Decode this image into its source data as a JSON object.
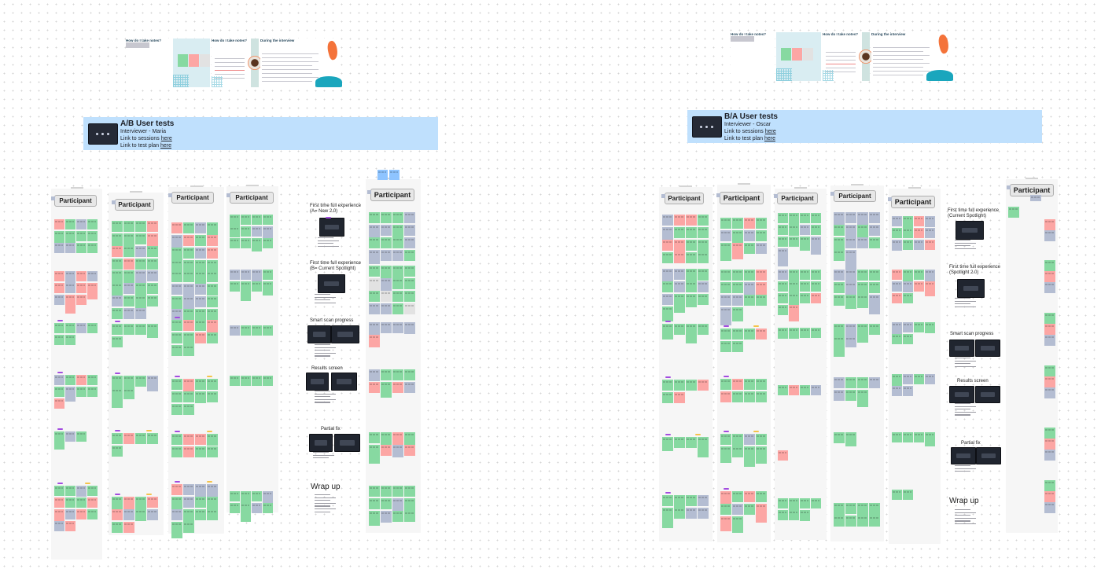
{
  "left": {
    "slides": {
      "s1_title": "How do I take notes?",
      "s2_title": "How do I take notes?",
      "s3_title": "During the interview"
    },
    "banner": {
      "title": "A/B User tests",
      "interviewer": "Interviewer - Maria",
      "sessions_prefix": "Link to sessions ",
      "test_plan_prefix": "Link to test plan ",
      "link_text": "here"
    },
    "participant_label": "Participant",
    "sections": {
      "first_a": "First time full experience\n(A= New 2.0)",
      "first_b": "First time full experience\n(B= Current Spotlight)",
      "smart_scan": "Smart scan progress",
      "results": "Results screen",
      "partial_fix": "Partial fix",
      "wrap_up": "Wrap up"
    }
  },
  "right": {
    "slides": {
      "s1_title": "How do I take notes?",
      "s2_title": "How do I take notes?",
      "s3_title": "During the interview"
    },
    "banner": {
      "title": "B/A User tests",
      "interviewer": "Interviewer - Oscar",
      "sessions_prefix": "Link to sessions ",
      "test_plan_prefix": "Link to test plan ",
      "link_text": "here"
    },
    "participant_label": "Participant",
    "sections": {
      "first_a": "First time full experience\n(Current Spotlight)",
      "first_b": "First time full experience\n(Spotlight 2.0)",
      "smart_scan": "Smart scan progress",
      "results": "Results screen",
      "partial_fix": "Partial fix",
      "wrap_up": "Wrap up"
    }
  },
  "colors": {
    "banner": "#bfe0fd",
    "note_green": "#87d9a1",
    "note_pink": "#fca6a4",
    "note_blue": "#b4bdd2",
    "label_purple": "#a34ce0",
    "label_yellow": "#f5c34a",
    "accent_orange": "#f4733a",
    "accent_teal": "#1aa6bd"
  }
}
